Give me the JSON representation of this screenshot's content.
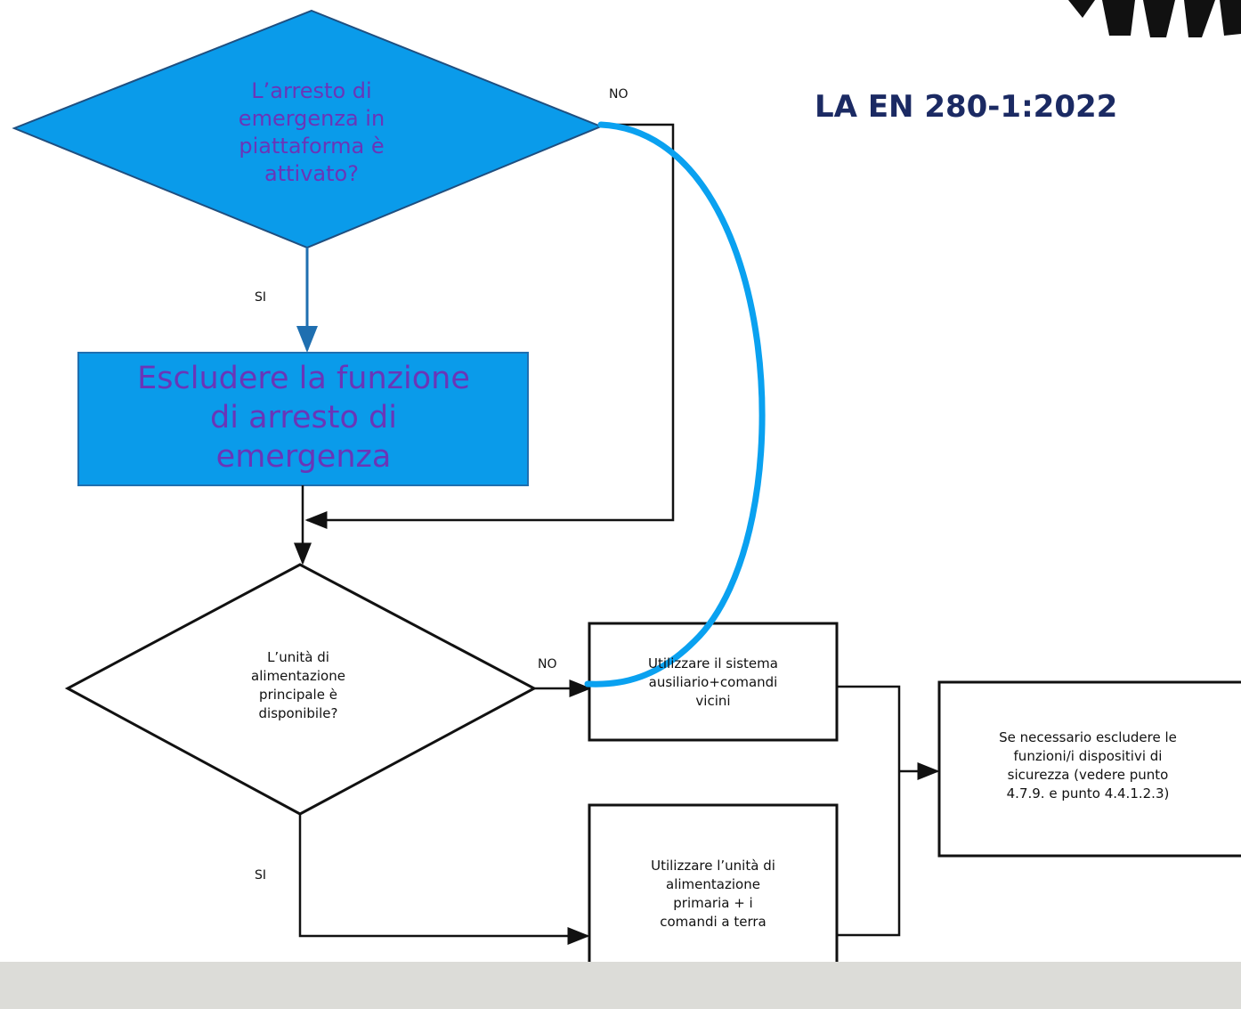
{
  "title": "LA EN 280-1:2022",
  "decision_top": {
    "lines": [
      "L’arresto di",
      "emergenza in",
      "piattaforma è",
      "attivato?"
    ]
  },
  "box_exclude": {
    "lines": [
      "Escludere la funzione",
      "di arresto di",
      "emergenza"
    ]
  },
  "decision_bottom": {
    "lines": [
      "L’unità di",
      "alimentazione",
      "principale è",
      "disponibile?"
    ]
  },
  "box_auxiliary": {
    "lines": [
      "Utilizzare il sistema",
      "ausiliario+comandi",
      "vicini"
    ]
  },
  "box_primary": {
    "lines": [
      "Utilizzare l’unità di",
      "alimentazione",
      "primaria + i",
      "comandi a terra"
    ]
  },
  "box_safety": {
    "lines": [
      "Se necessario escludere le",
      "funzioni/i dispositivi di",
      "sicurezza (vedere punto",
      "4.7.9. e punto 4.4.1.2.3)"
    ]
  },
  "labels": {
    "no_top": "NO",
    "si_top": "SI",
    "no_bottom": "NO",
    "si_bottom": "SI"
  },
  "colors": {
    "highlight_fill": "#0a9bea",
    "highlight_stroke": "#1f6fb0",
    "highlight_text": "#6a35b8",
    "curve": "#0aa1f0",
    "title": "#1b2a63",
    "footer": "#dcdcd8"
  }
}
